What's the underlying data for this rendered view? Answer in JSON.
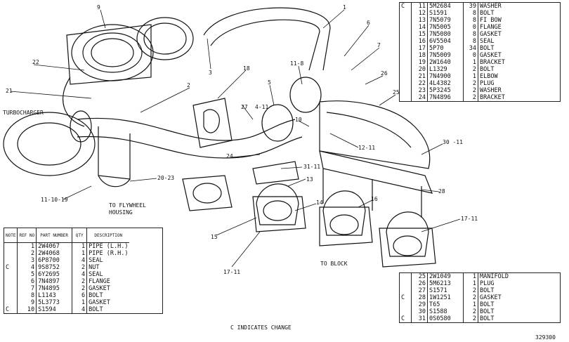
{
  "labels": {
    "turbo": "TURBOCHARGER",
    "flywheel1": "TO FLYWHEEL",
    "flywheel2": "HOUSING",
    "block": "TO BLOCK",
    "change": "C   INDICATES CHANGE",
    "code": "329300"
  },
  "callouts": [
    "9",
    "1",
    "6",
    "7",
    "3",
    "22",
    "26",
    "11-8",
    "18",
    "25",
    "21",
    "2",
    "5",
    "27",
    "4-11",
    "10",
    "12-11",
    "30 -11",
    "24",
    "31-11",
    "20-23",
    "13",
    "11-10-19",
    "28",
    "14",
    "16",
    "15",
    "17-11",
    "17-11"
  ],
  "top_table": {
    "rows": [
      [
        "C",
        "11",
        "5M2684",
        "39",
        "WASHER"
      ],
      [
        "",
        "12",
        "S1591",
        "8",
        "BOLT"
      ],
      [
        "",
        "13",
        "7N5079",
        "8",
        "FI BOW"
      ],
      [
        "",
        "14",
        "7N5005",
        "0",
        "FLANGE"
      ],
      [
        "",
        "15",
        "7N5080",
        "8",
        "GASKET"
      ],
      [
        "",
        "16",
        "6V5504",
        "8",
        "SEAL"
      ],
      [
        "",
        "17",
        "5P70",
        "34",
        "BOLT"
      ],
      [
        "",
        "18",
        "7N5009",
        "0",
        "GASKET"
      ],
      [
        "",
        "19",
        "2W1640",
        "1",
        "BRACKET"
      ],
      [
        "",
        "20",
        "L1329",
        "2",
        "BOLT"
      ],
      [
        "",
        "21",
        "7N4900",
        "1",
        "ELBOW"
      ],
      [
        "",
        "22",
        "4L4382",
        "2",
        "PLUG"
      ],
      [
        "",
        "23",
        "5P3245",
        "2",
        "WASHER"
      ],
      [
        "",
        "24",
        "7N4896",
        "2",
        "BRACKET"
      ]
    ]
  },
  "left_table": {
    "headers": [
      "NOTE",
      "REF NO",
      "PART NUMBER",
      "QTY",
      "DESCRIPTION"
    ],
    "rows": [
      [
        "",
        "1",
        "2W4067",
        "1",
        "PIPE (L.H.)"
      ],
      [
        "",
        "2",
        "2W4068",
        "1",
        "PIPE (R.H.)"
      ],
      [
        "",
        "3",
        "6P8700",
        "4",
        "SEAL"
      ],
      [
        "C",
        "4",
        "9S8752",
        "2",
        "NUT"
      ],
      [
        "",
        "5",
        "6Y2695",
        "4",
        "SEAL"
      ],
      [
        "",
        "6",
        "7N4897",
        "2",
        "FLANGE"
      ],
      [
        "",
        "7",
        "7N4895",
        "2",
        "GASKET"
      ],
      [
        "",
        "8",
        "L1143",
        "6",
        "BOLT"
      ],
      [
        "",
        "9",
        "5L3773",
        "1",
        "GASKET"
      ],
      [
        "C",
        "10",
        "S1594",
        "4",
        "BOLT"
      ]
    ]
  },
  "right_table": {
    "rows": [
      [
        "",
        "25",
        "2W1049",
        "1",
        "MANIFOLD"
      ],
      [
        "",
        "26",
        "5M6213",
        "1",
        "PLUG"
      ],
      [
        "",
        "27",
        "S1571",
        "2",
        "BOLT"
      ],
      [
        "C",
        "28",
        "1W1251",
        "2",
        "GASKET"
      ],
      [
        "",
        "29",
        "T65",
        "1",
        "BOLT"
      ],
      [
        "",
        "30",
        "S1588",
        "2",
        "BOLT"
      ],
      [
        "C",
        "31",
        "0S0580",
        "2",
        "BOLT"
      ]
    ]
  }
}
